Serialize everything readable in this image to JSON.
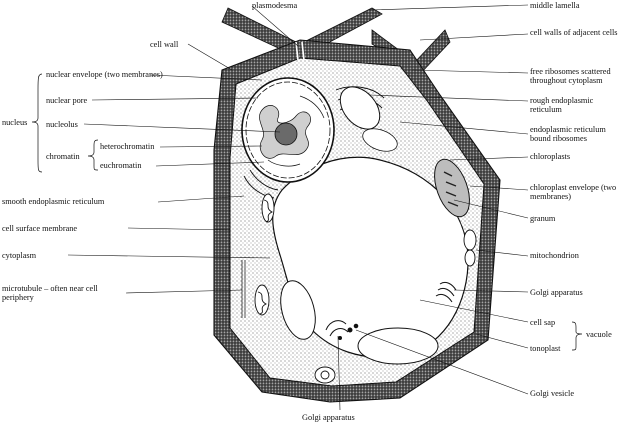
{
  "labels": {
    "plasmodesma": "plasmodesma",
    "middle_lamella": "middle lamella",
    "cell_walls_adjacent": "cell walls of adjacent cells",
    "cell_wall": "cell wall",
    "nuclear_envelope": "nuclear envelope (two membranes)",
    "free_ribosomes": "free ribosomes scattered throughout cytoplasm",
    "nuclear_pore": "nuclear pore",
    "rough_er": "rough endoplasmic reticulum",
    "nucleus": "nucleus",
    "nucleolus": "nucleolus",
    "er_bound_ribosomes": "endoplasmic reticulum bound ribosomes",
    "chromatin": "chromatin",
    "heterochromatin": "heterochromatin",
    "euchromatin": "euchromatin",
    "chloroplasts": "chloroplasts",
    "smooth_er": "smooth endoplasmic reticulum",
    "chloroplast_envelope": "chloroplast envelope (two membranes)",
    "cell_surface_membrane": "cell surface membrane",
    "granum": "granum",
    "cytoplasm": "cytoplasm",
    "mitochondrion": "mitochondrion",
    "microtubule": "microtubule – often near cell periphery",
    "golgi_apparatus_right": "Golgi apparatus",
    "cell_sap": "cell sap",
    "vacuole": "vacuole",
    "tonoplast": "tonoplast",
    "golgi_vesicle": "Golgi vesicle",
    "golgi_apparatus_bottom": "Golgi apparatus"
  },
  "colors": {
    "ink": "#111111",
    "wall_fill": "#6a6a6a",
    "paper": "#ffffff"
  }
}
